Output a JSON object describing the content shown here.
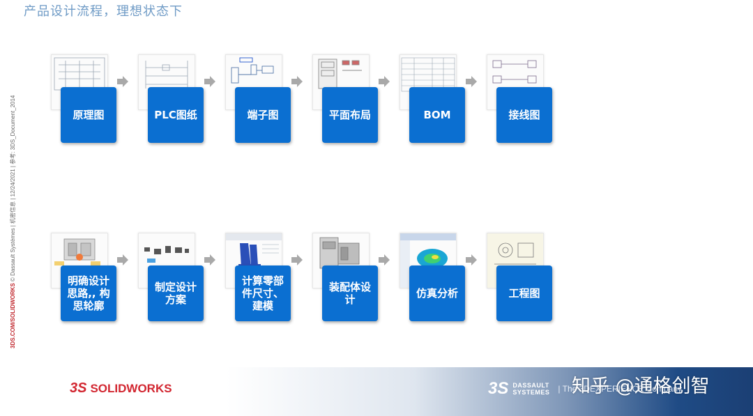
{
  "slide": {
    "title": "产品设计流程，理想状态下"
  },
  "side_text": {
    "brand": "3DS.COM/SOLIDWORKS",
    "rest": " © Dassault Systèmes | 机密信息 | 12/24/2021 | 参考: 3DS_Document_2014"
  },
  "rows": [
    {
      "steps": [
        {
          "label": "原理图",
          "thumb_icon": "schematic-drawing-icon"
        },
        {
          "label": "PLC图纸",
          "thumb_icon": "plc-drawing-icon"
        },
        {
          "label": "端子图",
          "thumb_icon": "terminal-diagram-icon"
        },
        {
          "label": "平面布局",
          "thumb_icon": "panel-layout-icon"
        },
        {
          "label": "BOM",
          "thumb_icon": "bom-table-icon"
        },
        {
          "label": "接线图",
          "thumb_icon": "wiring-diagram-icon"
        }
      ]
    },
    {
      "steps": [
        {
          "label": "明确设计思路,, 构思轮廓",
          "thumb_icon": "concept-sketch-icon"
        },
        {
          "label": "制定设计方案",
          "thumb_icon": "design-plan-icon"
        },
        {
          "label": "计算零部件尺寸、建模",
          "thumb_icon": "part-model-icon"
        },
        {
          "label": "装配体设计",
          "thumb_icon": "assembly-model-icon"
        },
        {
          "label": "仿真分析",
          "thumb_icon": "simulation-icon"
        },
        {
          "label": "工程图",
          "thumb_icon": "engineering-drawing-icon"
        }
      ]
    }
  ],
  "footer": {
    "solidworks_mark": "3S",
    "solidworks_name": "SOLIDWORKS",
    "dassault_mark": "3S",
    "dassault_line1": "DASSAULT",
    "dassault_line2": "SYSTEMES",
    "tagline": "| The 3DEXPERIENCE Company",
    "watermark": "知乎 @通格创智"
  },
  "colors": {
    "step_blue": "#0b6fd1",
    "title_blue": "#6f9bc6",
    "arrow_gray": "#a9a9a9",
    "brand_red": "#d22630",
    "footer_navy": "#1b3f74"
  }
}
